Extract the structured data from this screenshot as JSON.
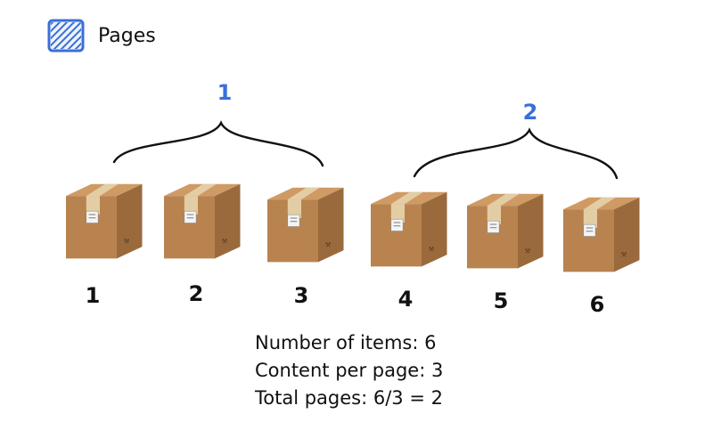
{
  "header": {
    "icon": "hatched-square-icon",
    "title": "Pages"
  },
  "colors": {
    "accent": "#3a6fd8",
    "ink": "#111111",
    "box_front": "#b8834f",
    "box_side": "#9a6a3c",
    "box_top": "#cf9a64",
    "tape": "#e3cda5"
  },
  "groups": [
    {
      "label": "1"
    },
    {
      "label": "2"
    }
  ],
  "items": [
    {
      "label": "1"
    },
    {
      "label": "2"
    },
    {
      "label": "3"
    },
    {
      "label": "4"
    },
    {
      "label": "5"
    },
    {
      "label": "6"
    }
  ],
  "info": {
    "line1": "Number of items: 6",
    "line2": "Content per page: 3",
    "line3": "Total pages: 6/3 = 2"
  }
}
